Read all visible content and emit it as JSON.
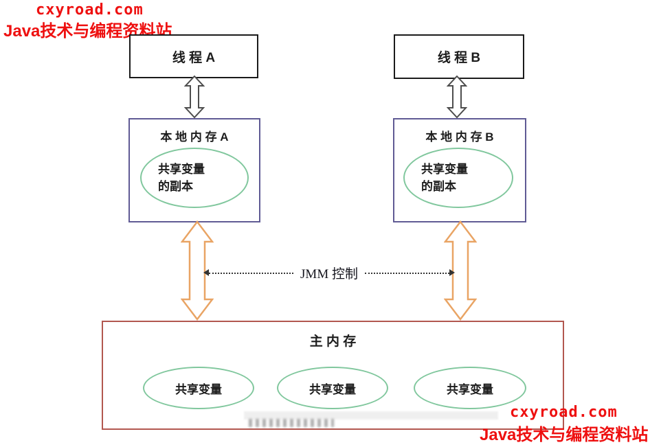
{
  "watermarks": {
    "top": {
      "site": "cxyroad.com",
      "caption": "Java技术与编程资料站"
    },
    "bottom": {
      "site": "cxyroad.com",
      "caption": "Java技术与编程资料站"
    }
  },
  "nodes": {
    "thread_a": {
      "label": "线 程 A"
    },
    "thread_b": {
      "label": "线 程 B"
    },
    "local_memory_a": {
      "title": "本 地 内 存 A",
      "copy_line1": "共享变量",
      "copy_line2": "的副本"
    },
    "local_memory_b": {
      "title": "本 地 内 存 B",
      "copy_line1": "共享变量",
      "copy_line2": "的副本"
    },
    "main_memory": {
      "title": "主 内 存",
      "shared_vars": [
        "共享变量",
        "共享变量",
        "共享变量"
      ]
    }
  },
  "connectors": {
    "jmm_label": "JMM 控制"
  },
  "colors": {
    "watermark_red": "#ee1010",
    "thread_border": "#1a1a1a",
    "local_memory_border": "#5f5a94",
    "main_memory_border": "#b2574f",
    "ellipse_green": "#80c79d",
    "arrow_gray": "#4d4d4d",
    "arrow_orange": "#e9a464",
    "dotted_line": "#333333"
  }
}
